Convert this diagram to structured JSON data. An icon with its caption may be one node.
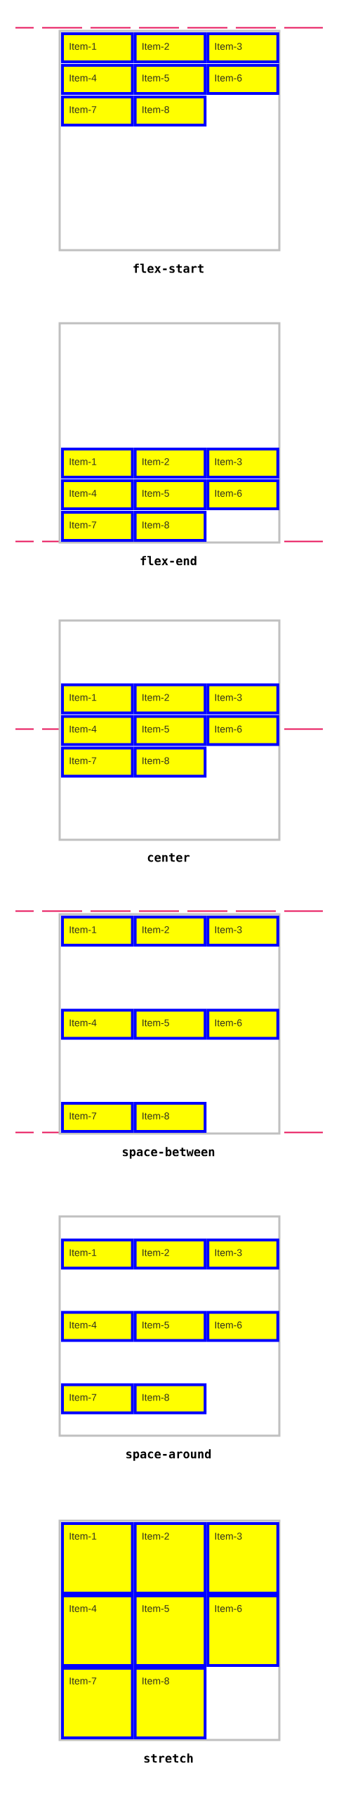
{
  "diagram": {
    "nodes": [
      {
        "text": [
          "flex-start"
        ]
      },
      {
        "text": [
          "Item-1"
        ],
        "in": 0
      },
      {
        "text": [
          "Item-2"
        ],
        "in": 0
      },
      {
        "text": [
          "Item-3"
        ],
        "in": 0
      },
      {
        "text": [
          "Item-4"
        ],
        "in": 0
      },
      {
        "text": [
          "Item-5"
        ],
        "in": 0
      },
      {
        "text": [
          "Item-6"
        ],
        "in": 0
      },
      {
        "text": [
          "Item-7"
        ],
        "in": 0
      },
      {
        "text": [
          "Item-8"
        ],
        "in": 0
      },
      {
        "text": [
          "flex-end"
        ]
      },
      {
        "text": [
          "Item-1"
        ],
        "in": 9
      },
      {
        "text": [
          "Item-2"
        ],
        "in": 9
      },
      {
        "text": [
          "Item-3"
        ],
        "in": 9
      },
      {
        "text": [
          "Item-4"
        ],
        "in": 9
      },
      {
        "text": [
          "Item-5"
        ],
        "in": 9
      },
      {
        "text": [
          "Item-6"
        ],
        "in": 9
      },
      {
        "text": [
          "Item-7"
        ],
        "in": 9
      },
      {
        "text": [
          "Item-8"
        ],
        "in": 9
      },
      {
        "text": [
          "center"
        ]
      },
      {
        "text": [
          "Item-1"
        ],
        "in": 18
      },
      {
        "text": [
          "Item-2"
        ],
        "in": 18
      },
      {
        "text": [
          "Item-3"
        ],
        "in": 18
      },
      {
        "text": [
          "Item-4"
        ],
        "in": 18
      },
      {
        "text": [
          "Item-5"
        ],
        "in": 18
      },
      {
        "text": [
          "Item-6"
        ],
        "in": 18
      },
      {
        "text": [
          "Item-7"
        ],
        "in": 18
      },
      {
        "text": [
          "Item-8"
        ],
        "in": 18
      },
      {
        "text": [
          "space-between"
        ]
      },
      {
        "text": [
          "Item-1"
        ],
        "in": 27
      },
      {
        "text": [
          "Item-2"
        ],
        "in": 27
      },
      {
        "text": [
          "Item-3"
        ],
        "in": 27
      },
      {
        "text": [
          "Item-4"
        ],
        "in": 27
      },
      {
        "text": [
          "Item-5"
        ],
        "in": 27
      },
      {
        "text": [
          "Item-6"
        ],
        "in": 27
      },
      {
        "text": [
          "Item-7"
        ],
        "in": 27
      },
      {
        "text": [
          "Item-8"
        ],
        "in": 27
      },
      {
        "text": [
          "space-around"
        ]
      },
      {
        "text": [
          "Item-1"
        ],
        "in": 36
      },
      {
        "text": [
          "Item-2"
        ],
        "in": 36
      },
      {
        "text": [
          "Item-3"
        ],
        "in": 36
      },
      {
        "text": [
          "Item-4"
        ],
        "in": 36
      },
      {
        "text": [
          "Item-5"
        ],
        "in": 36
      },
      {
        "text": [
          "Item-6"
        ],
        "in": 36
      },
      {
        "text": [
          "Item-7"
        ],
        "in": 36
      },
      {
        "text": [
          "Item-8"
        ],
        "in": 36
      },
      {
        "text": [
          "stretch"
        ]
      },
      {
        "text": [
          "Item-1"
        ],
        "in": 45
      },
      {
        "text": [
          "Item-2"
        ],
        "in": 45
      },
      {
        "text": [
          "Item-3"
        ],
        "in": 45
      },
      {
        "text": [
          "Item-4"
        ],
        "in": 45
      },
      {
        "text": [
          "Item-5"
        ],
        "in": 45
      },
      {
        "text": [
          "Item-6"
        ],
        "in": 45
      },
      {
        "text": [
          "Item-7"
        ],
        "in": 45
      },
      {
        "text": [
          "Item-8"
        ],
        "in": 45
      }
    ]
  }
}
